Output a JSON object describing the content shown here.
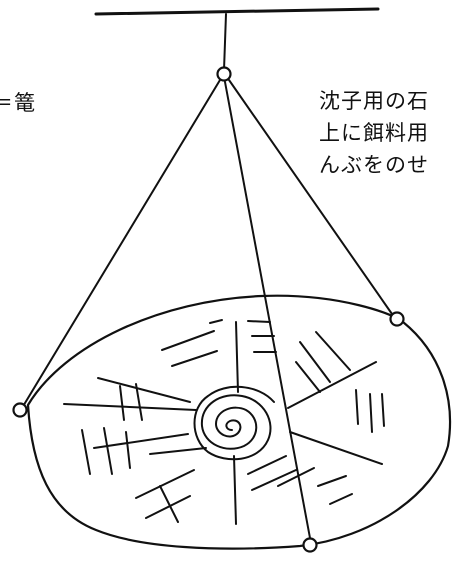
{
  "labels": {
    "left": "＝篭",
    "right_line_1": "沈子用の石",
    "right_line_2": "上に餌料用",
    "right_line_3": "んぶをのせ"
  }
}
